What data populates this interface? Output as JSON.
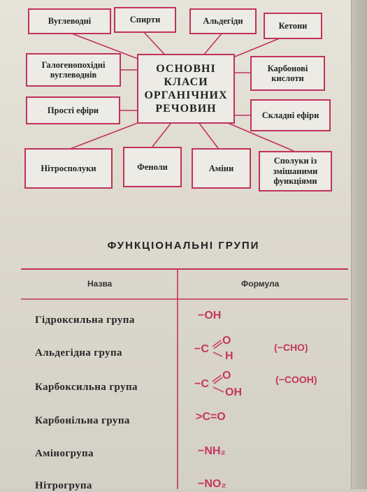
{
  "diagram": {
    "center": "ОСНОВНІ КЛАСИ ОРГАНІЧНИХ РЕЧОВИН",
    "classes": [
      "Вуглеводні",
      "Спирти",
      "Альдегіди",
      "Кетони",
      "Галогенопохідні вуглеводнів",
      "Карбонові кислоти",
      "Прості ефіри",
      "Складні ефіри",
      "Нітросполуки",
      "Феноли",
      "Аміни",
      "Сполуки із змішаними функціями"
    ]
  },
  "functional_groups": {
    "title": "ФУНКЦІОНАЛЬНІ  ГРУПИ",
    "headers": {
      "name": "Назва",
      "formula": "Формула"
    },
    "rows": [
      {
        "name": "Гідроксильна група",
        "formula": "−OH",
        "alt": ""
      },
      {
        "name": "Альдегідна  група",
        "formula": "−C(=O)H",
        "alt": "(−CHO)"
      },
      {
        "name": "Карбоксильна група",
        "formula": "−C(=O)OH",
        "alt": "(−COOH)"
      },
      {
        "name": "Карбонільна група",
        "formula": ">C=O",
        "alt": ""
      },
      {
        "name": "Аміногрупа",
        "formula": "−NH₂",
        "alt": ""
      },
      {
        "name": "Нітрогрупа",
        "formula": "−NO₂",
        "alt": ""
      }
    ]
  },
  "colors": {
    "accent": "#c0335a",
    "paper": "#e3e1d7",
    "text": "#222222"
  }
}
